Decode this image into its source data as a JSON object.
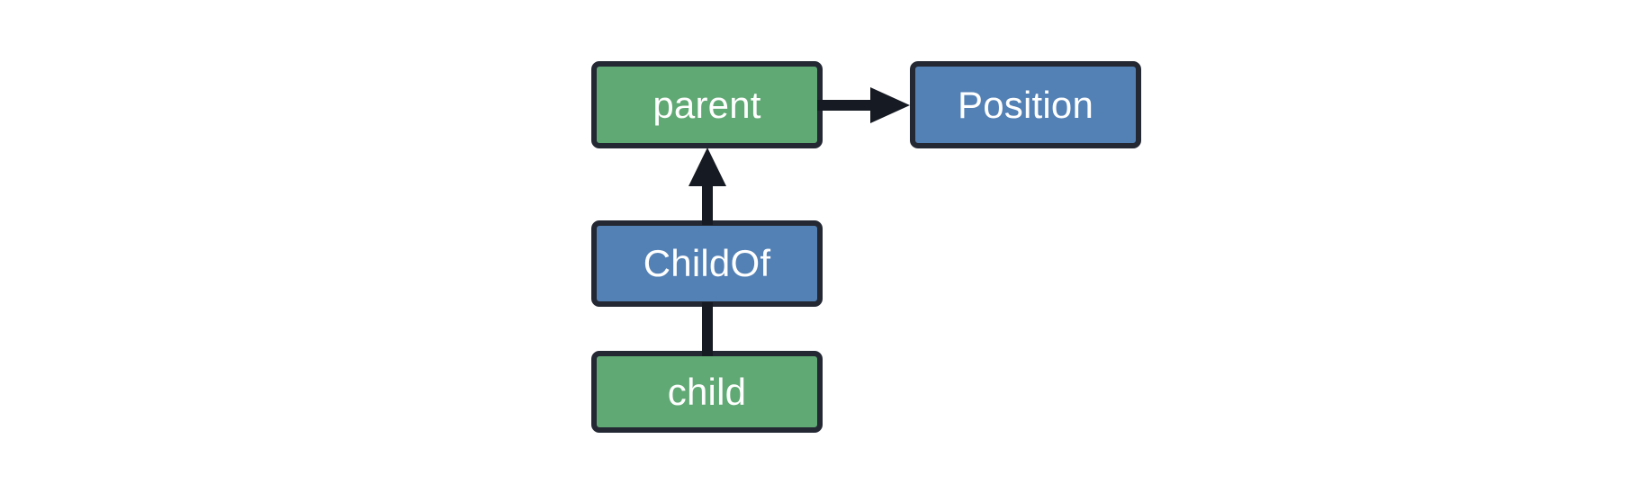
{
  "diagram": {
    "type": "entity-relationship-graph",
    "background_color": "#ffffff",
    "palette": {
      "entity_fill": "#60a974",
      "component_fill": "#5381b5",
      "border": "#232833",
      "label": "#ffffff",
      "edge": "#161a22"
    },
    "nodes": [
      {
        "id": "parent",
        "label": "parent",
        "kind": "entity",
        "fill": "#60a974"
      },
      {
        "id": "position",
        "label": "Position",
        "kind": "component",
        "fill": "#5381b5"
      },
      {
        "id": "childof",
        "label": "ChildOf",
        "kind": "component",
        "fill": "#5381b5"
      },
      {
        "id": "child",
        "label": "child",
        "kind": "entity",
        "fill": "#60a974"
      }
    ],
    "edges": [
      {
        "id": "parent-position",
        "from": "parent",
        "to": "position",
        "direction": "right",
        "arrowhead": true
      },
      {
        "id": "childof-parent",
        "from": "childof",
        "to": "parent",
        "direction": "up",
        "arrowhead": true
      },
      {
        "id": "child-childof",
        "from": "child",
        "to": "childof",
        "direction": "up",
        "arrowhead": false
      }
    ]
  }
}
